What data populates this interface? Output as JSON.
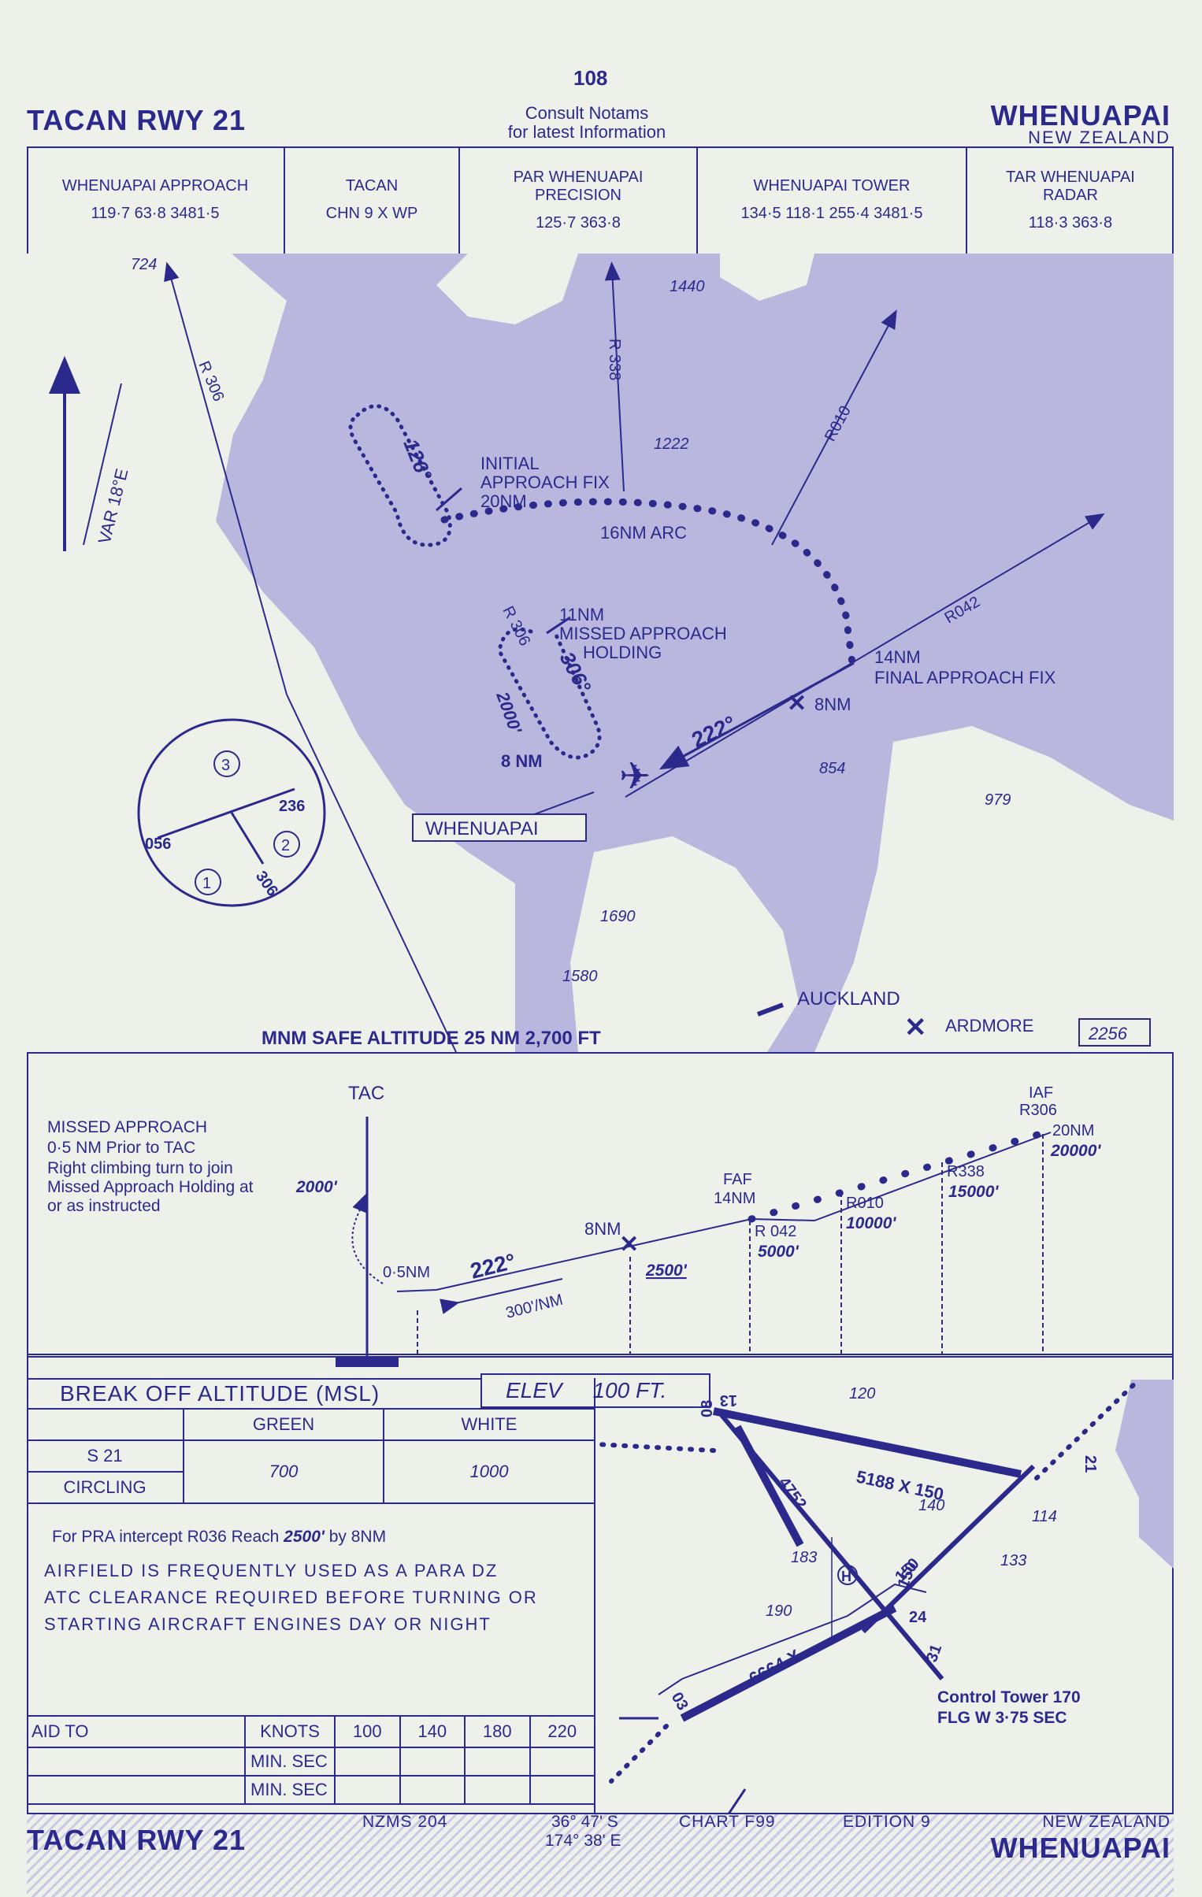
{
  "page_number": "108",
  "notice": [
    "Consult Notams",
    "for latest Information"
  ],
  "title_left": "TACAN RWY 21",
  "title_right": "WHENUAPAI",
  "country": "NEW ZEALAND",
  "frequencies": [
    {
      "name": "WHENUAPAI APPROACH",
      "freqs": "119·7   63·8   3481·5"
    },
    {
      "name": "TACAN",
      "freqs": "CHN 9 X WP"
    },
    {
      "name": "PAR WHENUAPAI PRECISION",
      "freqs": "125·7   363·8"
    },
    {
      "name": "WHENUAPAI TOWER",
      "freqs": "134·5   118·1   255·4   3481·5"
    },
    {
      "name": "TAR WHENUAPAI RADAR",
      "freqs": "118·3   363·8"
    }
  ],
  "plan": {
    "spot_heights": [
      "724",
      "1440",
      "1222",
      "854",
      "979",
      "1690",
      "1580"
    ],
    "var": "VAR 18°E",
    "radials": [
      "R 306",
      "R 338",
      "R010",
      "R042"
    ],
    "initial_fix": [
      "INITIAL",
      "APPROACH FIX",
      "20NM"
    ],
    "arc": "16NM ARC",
    "holding": [
      "11NM",
      "MISSED APPROACH",
      "HOLDING"
    ],
    "hold_inbound": "126°",
    "hold_outbound": "306°",
    "hold_alt": "2000'",
    "hold_dist": "8 NM",
    "final_fix": [
      "14NM",
      "FINAL APPROACH FIX"
    ],
    "final_course": "222°",
    "fix_8nm": "8NM",
    "airport": "WHENUAPAI",
    "auckland": "AUCKLAND",
    "ardmore": "ARDMORE",
    "msa": "MNM SAFE ALTITUDE 25 NM  2,700 FT",
    "chart_ref": "2256",
    "entry_sectors": [
      "3",
      "2",
      "1"
    ],
    "entry_headings": [
      "236",
      "056",
      "306"
    ]
  },
  "profile": {
    "tac": "TAC",
    "missed": [
      "MISSED APPROACH",
      "0·5 NM Prior to TAC",
      "Right climbing turn to join",
      "Missed Approach Holding at",
      "or as instructed"
    ],
    "missed_alt": "2000'",
    "d05": "0·5NM",
    "course": "222°",
    "gradient": "300'/NM",
    "fix8": "8NM",
    "alt8": "2500'",
    "faf": [
      "FAF",
      "14NM"
    ],
    "r042": "R 042",
    "alt042": "5000'",
    "r010": "R010",
    "alt010": "10000'",
    "r338": "R338",
    "alt338": "15000'",
    "iaf": [
      "IAF",
      "R306",
      "20NM"
    ],
    "alt306": "20000'"
  },
  "minima": {
    "header": "BREAK OFF ALTITUDE (MSL)",
    "elev": "ELEV     100 FT.",
    "green": "GREEN",
    "white": "WHITE",
    "rows": [
      "S 21",
      "CIRCLING"
    ],
    "green_val": "700",
    "white_val": "1000"
  },
  "notes": {
    "pra_1": "For PRA  intercept R036  Reach ",
    "pra_alt": "2500'",
    "pra_2": " by 8NM",
    "l1": "AIRFIELD IS FREQUENTLY USED AS A PARA DZ",
    "l2": "ATC CLEARANCE REQUIRED BEFORE TURNING OR",
    "l3": "STARTING AIRCRAFT ENGINES DAY OR NIGHT"
  },
  "timing": {
    "aid": "AID TO",
    "knots": "KNOTS",
    "speeds": [
      "100",
      "140",
      "180",
      "220"
    ],
    "minsec": "MIN. SEC"
  },
  "aerodrome": {
    "rwy_long": "5188 X 150",
    "rwy_a": "4752",
    "rwy_b": "6664 X",
    "w150": "150",
    "labels": [
      "120",
      "140",
      "114",
      "133",
      "183",
      "190",
      "150",
      "24",
      "31",
      "03",
      "08",
      "13",
      "21"
    ],
    "tower": "Control Tower 170",
    "beacon": "FLG W 3·75 SEC"
  },
  "footer": {
    "nzms": "NZMS 204",
    "lat": "36° 47' S",
    "lon": "174° 38' E",
    "chart": "CHART F99",
    "edition": "EDITION 9",
    "country": "NEW ZEALAND",
    "title_left": "TACAN RWY 21",
    "title_right": "WHENUAPAI"
  }
}
